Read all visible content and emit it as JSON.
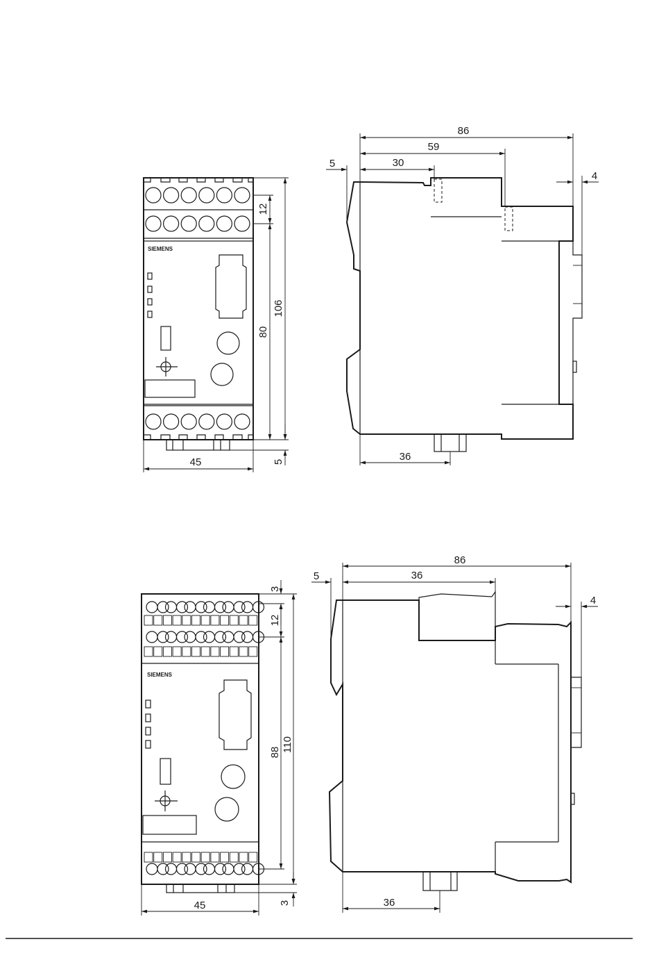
{
  "diagram": {
    "top_front": {
      "brand": "SIEMENS",
      "dim_width": "45",
      "dim_pitch": "12",
      "dim_height": "80",
      "dim_total": "106",
      "dim_bottom": "5"
    },
    "top_side": {
      "dim_depth": "86",
      "dim_59": "59",
      "dim_30": "30",
      "dim_5": "5",
      "dim_4": "4",
      "dim_36": "36"
    },
    "bottom_front": {
      "brand": "SIEMENS",
      "dim_width": "45",
      "dim_3_top": "3",
      "dim_pitch": "12",
      "dim_height": "88",
      "dim_total": "110",
      "dim_3_bottom": "3"
    },
    "bottom_side": {
      "dim_depth": "86",
      "dim_36_top": "36",
      "dim_5": "5",
      "dim_4": "4",
      "dim_36_bottom": "36"
    }
  }
}
